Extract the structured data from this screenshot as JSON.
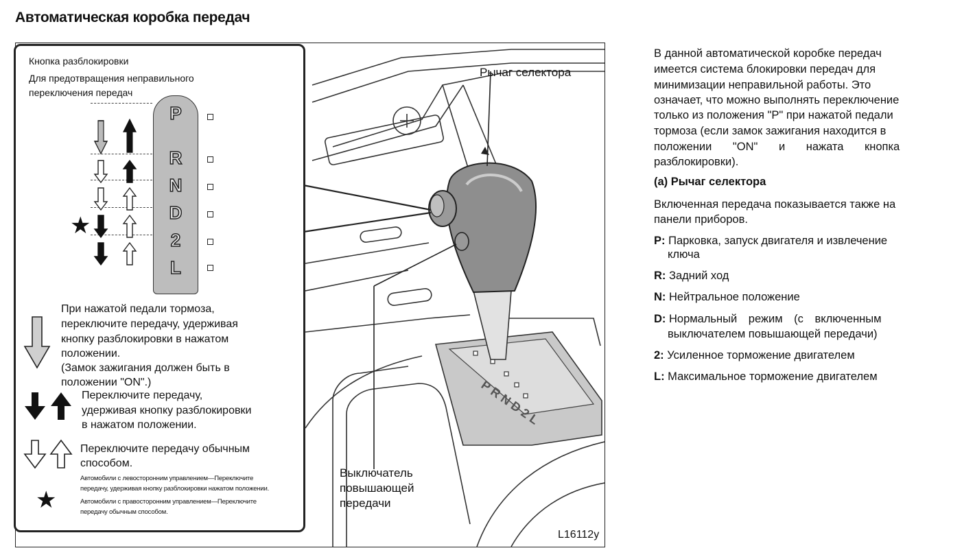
{
  "title": "Автоматическая коробка передач",
  "legend": {
    "unlock_button": "Кнопка разблокировки",
    "prevent_line1": "Для предотвращения неправильного",
    "prevent_line2": "переключения передач",
    "gears": [
      "P",
      "R",
      "N",
      "D",
      "2",
      "L"
    ],
    "item1": [
      "При нажатой педали тормоза,",
      "переключите передачу, удерживая",
      "кнопку разблокировки в нажатом",
      "положении.",
      "(Замок зажигания должен быть в",
      "положении \"ON\".)"
    ],
    "item2": [
      "Переключите передачу,",
      "удерживая кнопку разблокировки",
      "в нажатом положении."
    ],
    "item3": [
      "Переключите передачу обычным",
      "способом."
    ],
    "note": [
      "Автомобили с левосторонним управлением—Переключите",
      "передачу, удерживая кнопку разблокировки нажатом положении.",
      "Автомобили с правосторонним управлением—Переключите",
      "передачу обычным способом."
    ]
  },
  "figure": {
    "selector_lever": "Рычаг селектора",
    "overdrive_switch": [
      "Выключатель",
      "повышающей",
      "передачи"
    ],
    "code": "L16112y"
  },
  "text": {
    "para": [
      "В данной автоматической коробке передач",
      "имеется система блокировки передач для",
      "минимизации неправильной работы. Это",
      "означает, что можно выполнять переключение",
      "только из положения \"P\" при нажатой педали",
      "тормоза (если замок зажигания находится в",
      "положении \"ON\" и нажата кнопка",
      "разблокировки)."
    ],
    "subhead": "(a) Рычаг селектора",
    "shown_line1": "Включенная передача показывается также на",
    "shown_line2": "панели приборов.",
    "defs": [
      {
        "key": "P:",
        "lines": [
          "Парковка, запуск двигателя и извлечение",
          "ключа"
        ]
      },
      {
        "key": "R:",
        "lines": [
          "Задний ход"
        ]
      },
      {
        "key": "N:",
        "lines": [
          "Нейтральное положение"
        ]
      },
      {
        "key": "D:",
        "lines": [
          "Нормальный режим (с включенным",
          "выключателем повышающей передачи)"
        ]
      },
      {
        "key": "2:",
        "lines": [
          "Усиленное торможение двигателем"
        ]
      },
      {
        "key": "L:",
        "lines": [
          "Максимальное торможение двигателем"
        ]
      }
    ]
  }
}
